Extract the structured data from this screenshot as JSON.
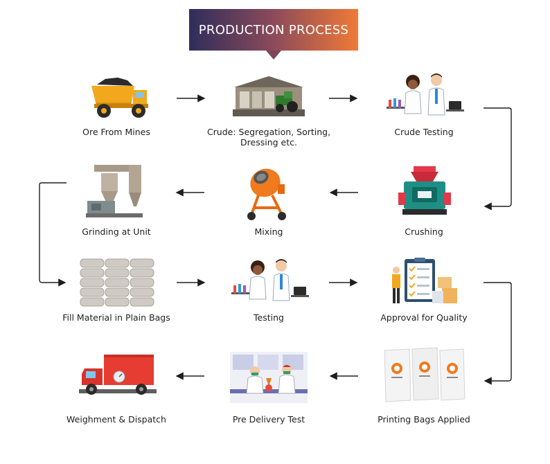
{
  "title": "PRODUCTION PROCESS",
  "colors": {
    "banner_start": "#2f2d5b",
    "banner_end": "#f07a36",
    "arrow": "#1e1e1e",
    "text": "#1e1e1e"
  },
  "steps": [
    {
      "label": "Ore From Mines",
      "icon": "dump-truck-icon"
    },
    {
      "label": "Crude: Segregation, Sorting, Dressing etc.",
      "icon": "warehouse-tractor-icon"
    },
    {
      "label": "Crude Testing",
      "icon": "lab-scientists-icon"
    },
    {
      "label": "Crushing",
      "icon": "crusher-machine-icon"
    },
    {
      "label": "Mixing",
      "icon": "concrete-mixer-icon"
    },
    {
      "label": "Grinding at Unit",
      "icon": "grinding-mill-icon"
    },
    {
      "label": "Fill Material in Plain Bags",
      "icon": "stacked-bags-icon"
    },
    {
      "label": "Testing",
      "icon": "lab-scientists-icon"
    },
    {
      "label": "Approval for Quality",
      "icon": "checklist-approval-icon"
    },
    {
      "label": "Printing Bags Applied",
      "icon": "printed-bags-icon"
    },
    {
      "label": "Pre Delivery Test",
      "icon": "lab-test-icon"
    },
    {
      "label": "Weighment & Dispatch",
      "icon": "delivery-truck-icon"
    }
  ],
  "flow": [
    {
      "from": "Ore From Mines",
      "to": "Crude: Segregation, Sorting, Dressing etc."
    },
    {
      "from": "Crude: Segregation, Sorting, Dressing etc.",
      "to": "Crude Testing"
    },
    {
      "from": "Crude Testing",
      "to": "Crushing"
    },
    {
      "from": "Crushing",
      "to": "Mixing"
    },
    {
      "from": "Mixing",
      "to": "Grinding at Unit"
    },
    {
      "from": "Grinding at Unit",
      "to": "Fill Material in Plain Bags"
    },
    {
      "from": "Fill Material in Plain Bags",
      "to": "Testing"
    },
    {
      "from": "Testing",
      "to": "Approval for Quality"
    },
    {
      "from": "Approval for Quality",
      "to": "Printing Bags Applied"
    },
    {
      "from": "Printing Bags Applied",
      "to": "Pre Delivery Test"
    },
    {
      "from": "Pre Delivery Test",
      "to": "Weighment & Dispatch"
    }
  ]
}
